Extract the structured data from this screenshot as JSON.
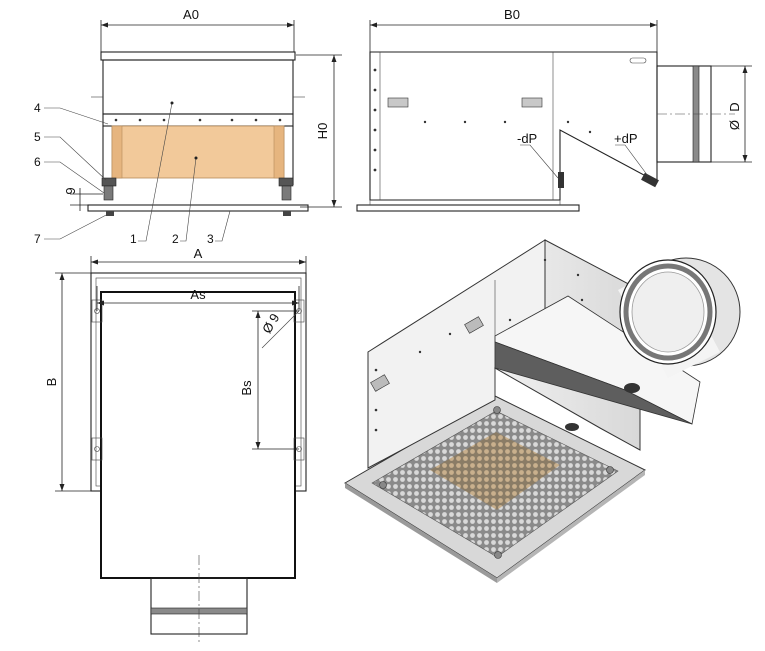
{
  "front_view": {
    "dim_width": "A0",
    "dim_height": "H0",
    "dim_small": "9",
    "callouts": [
      "1",
      "2",
      "3",
      "4",
      "5",
      "6",
      "7"
    ]
  },
  "side_view": {
    "dim_width": "B0",
    "dim_diameter": "D",
    "diameter_symbol": "Ø",
    "pressure_minus": "-dP",
    "pressure_plus": "+dP"
  },
  "top_view": {
    "dim_width": "A",
    "dim_inner_width": "As",
    "dim_height": "B",
    "dim_inner_height": "Bs",
    "dim_hole": "9",
    "hole_symbol": "Ø"
  },
  "colors": {
    "filter": "#f2c99a",
    "line": "#222222",
    "metal_light": "#e8e8e8",
    "metal_dark": "#6a6a6a"
  }
}
